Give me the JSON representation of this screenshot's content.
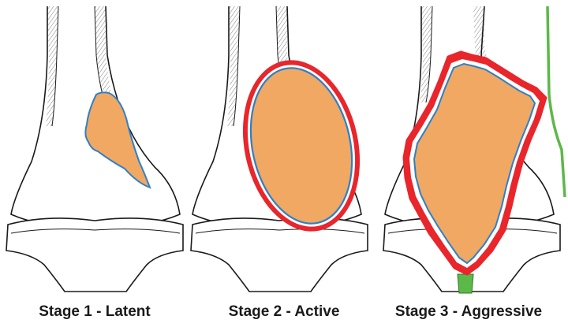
{
  "panels": [
    {
      "caption": "Stage 1 - Latent"
    },
    {
      "caption": "Stage 2 - Active"
    },
    {
      "caption": "Stage 3 - Aggressive"
    }
  ],
  "colors": {
    "bone_outline": "#1a1a1a",
    "hatching": "#8a8a8a",
    "lesion_fill": "#f0a862",
    "lesion_border": "#2e7fc8",
    "reactive_zone": "#e8262b",
    "soft_tissue_extension": "#5db84a",
    "background": "#ffffff"
  }
}
